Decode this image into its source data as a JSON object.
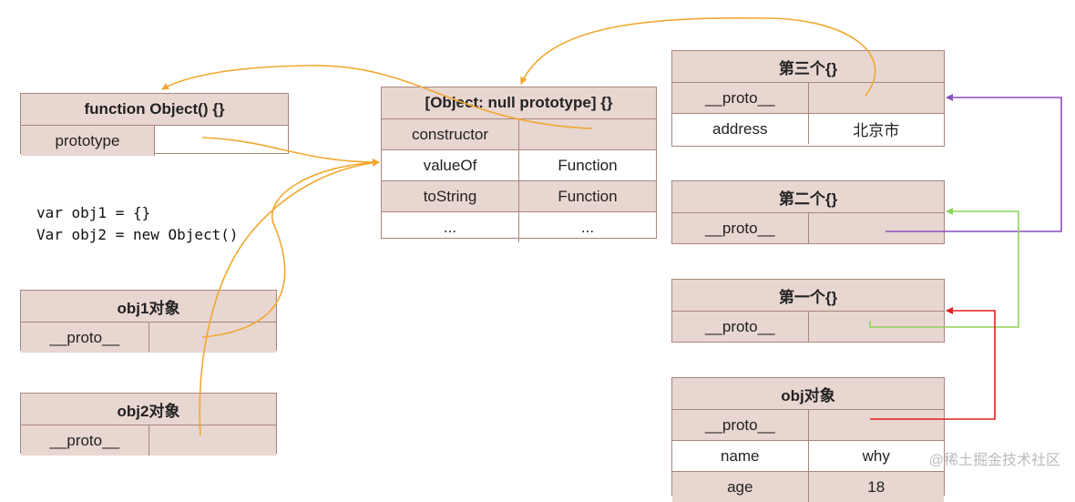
{
  "code": {
    "line1": "var obj1 = {}",
    "line2": "Var obj2 = new Object()"
  },
  "function_object": {
    "title": "function Object() {}",
    "prototype_label": "prototype",
    "prototype_value": ""
  },
  "null_proto": {
    "title": "[Object: null prototype] {}",
    "rows": [
      {
        "key": "constructor",
        "value": ""
      },
      {
        "key": "valueOf",
        "value": "Function"
      },
      {
        "key": "toString",
        "value": "Function"
      },
      {
        "key": "...",
        "value": "..."
      }
    ]
  },
  "obj1": {
    "title": "obj1对象",
    "proto_label": "__proto__",
    "proto_value": ""
  },
  "obj2": {
    "title": "obj2对象",
    "proto_label": "__proto__",
    "proto_value": ""
  },
  "third": {
    "title": "第三个{}",
    "proto_label": "__proto__",
    "proto_value": "",
    "address_label": "address",
    "address_value": "北京市"
  },
  "second": {
    "title": "第二个{}",
    "proto_label": "__proto__",
    "proto_value": ""
  },
  "first": {
    "title": "第一个{}",
    "proto_label": "__proto__",
    "proto_value": ""
  },
  "obj": {
    "title": "obj对象",
    "proto_label": "__proto__",
    "proto_value": "",
    "name_label": "name",
    "name_value": "why",
    "age_label": "age",
    "age_value": "18"
  },
  "watermark": "@稀土掘金技术社区",
  "colors": {
    "border": "#a8867e",
    "shade": "#e8d6d1",
    "orange_arrow": "#f0a830",
    "purple_arrow": "#8a4fc0",
    "green_arrow": "#8ed35a",
    "red_arrow": "#e02020"
  }
}
